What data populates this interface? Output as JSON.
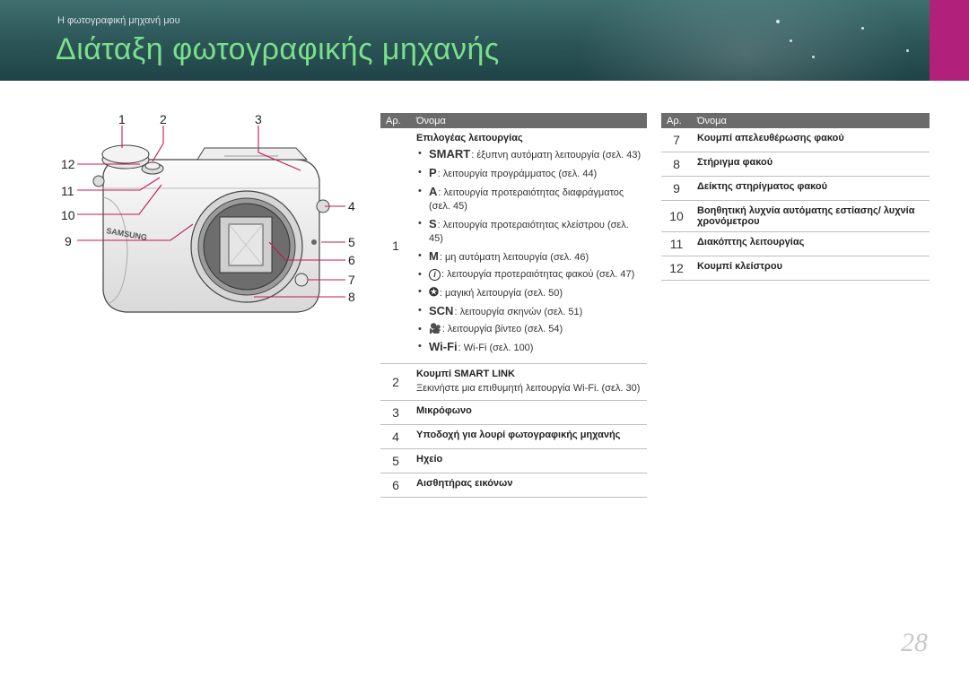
{
  "header": {
    "breadcrumb": "Η φωτογραφική μηχανή μου",
    "title": "Διάταξη φωτογραφικής μηχανής",
    "accent_color": "#7be08a",
    "band_color": "#2b5457",
    "tab_color": "#b1207a"
  },
  "camera": {
    "brand": "SAMSUNG",
    "callouts": [
      "1",
      "2",
      "3",
      "12",
      "11",
      "10",
      "9",
      "4",
      "5",
      "6",
      "7",
      "8"
    ]
  },
  "table_left": {
    "col_num": "Αρ.",
    "col_name": "Όνομα",
    "row1": {
      "num": "1",
      "name": "Επιλογέας λειτουργίας",
      "modes": [
        {
          "icon": "SMART",
          "text": ": έξυπνη αυτόματη λειτουργία (σελ. 43)"
        },
        {
          "icon": "P",
          "text": ": λειτουργία προγράμματος (σελ. 44)"
        },
        {
          "icon": "A",
          "text": ": λειτουργία προτεραιότητας διαφράγματος (σελ. 45)"
        },
        {
          "icon": "S",
          "text": ": λειτουργία προτεραιότητας κλείστρου (σελ. 45)"
        },
        {
          "icon": "M",
          "text": ": μη αυτόματη λειτουργία (σελ. 46)"
        },
        {
          "icon": "i",
          "text": ": λειτουργία προτεραιότητας φακού (σελ. 47)"
        },
        {
          "icon": "✪",
          "text": ": μαγική λειτουργία (σελ. 50)"
        },
        {
          "icon": "SCN",
          "text": ": λειτουργία σκηνών (σελ. 51)"
        },
        {
          "icon": "🎥",
          "text": ": λειτουργία βίντεο (σελ. 54)"
        },
        {
          "icon": "Wi-Fi",
          "text": ": Wi-Fi (σελ. 100)"
        }
      ]
    },
    "row2": {
      "num": "2",
      "name": "Κουμπί SMART LINK",
      "desc": "Ξεκινήστε μια επιθυμητή λειτουργία Wi-Fi. (σελ. 30)"
    },
    "row3": {
      "num": "3",
      "name": "Μικρόφωνο"
    },
    "row4": {
      "num": "4",
      "name": "Υποδοχή για λουρί φωτογραφικής μηχανής"
    },
    "row5": {
      "num": "5",
      "name": "Ηχείο"
    },
    "row6": {
      "num": "6",
      "name": "Αισθητήρας εικόνων"
    }
  },
  "table_right": {
    "col_num": "Αρ.",
    "col_name": "Όνομα",
    "rows": [
      {
        "num": "7",
        "name": "Κουμπί απελευθέρωσης φακού"
      },
      {
        "num": "8",
        "name": "Στήριγμα φακού"
      },
      {
        "num": "9",
        "name": "Δείκτης στηρίγματος φακού"
      },
      {
        "num": "10",
        "name": "Βοηθητική λυχνία αυτόματης εστίασης/ λυχνία χρονόμετρου"
      },
      {
        "num": "11",
        "name": "Διακόπτης λειτουργίας"
      },
      {
        "num": "12",
        "name": "Κουμπί κλείστρου"
      }
    ]
  },
  "page_number": "28"
}
